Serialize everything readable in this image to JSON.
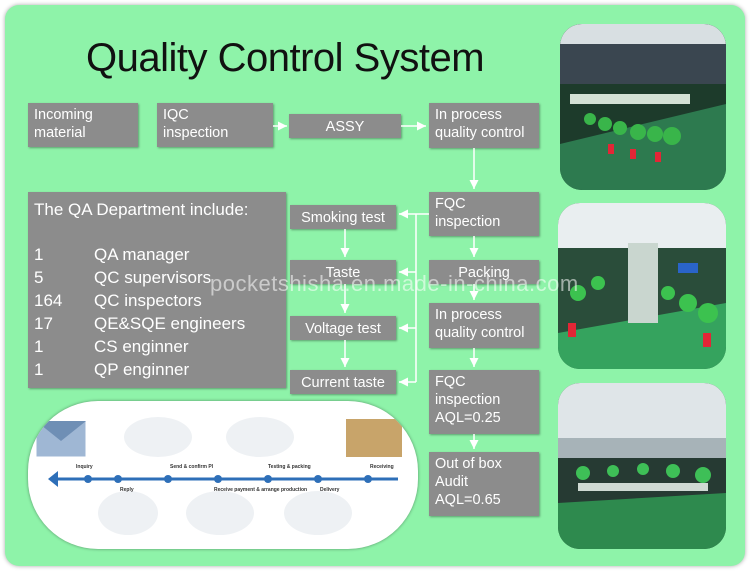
{
  "title": "Quality Control System",
  "flow_left": {
    "incoming": "Incoming\nmaterial",
    "iqc": "IQC\ninspection",
    "assy": "ASSY"
  },
  "qa_department": {
    "heading": "The QA Department include:",
    "rows": [
      {
        "count": "1",
        "role": "QA manager"
      },
      {
        "count": "5",
        "role": "QC supervisors"
      },
      {
        "count": "164",
        "role": "QC inspectors"
      },
      {
        "count": "17",
        "role": "QE&SQE engineers"
      },
      {
        "count": "1",
        "role": "CS enginner"
      },
      {
        "count": "1",
        "role": "QP enginner"
      }
    ]
  },
  "tests": [
    "Smoking test",
    "Taste",
    "Voltage test",
    "Current taste"
  ],
  "flow_right": {
    "ipqc1": "In process\nquality control",
    "fqc1": "FQC\ninspection",
    "packing": "Packing",
    "ipqc2": "In process\nquality control",
    "fqc2": "FQC\ninspection\nAQL=0.25",
    "oba": "Out of box\nAudit\nAQL=0.65"
  },
  "watermark": "pocketshisha.en.made-in-china.com",
  "process_steps": [
    "Inquiry",
    "Reply",
    "Send & confirm PI",
    "Receive payment & arrange production",
    "Testing & packing",
    "Delivery",
    "Receiving"
  ],
  "colors": {
    "background": "#8ef3a9",
    "box": "#8c8c8c",
    "timeline": "#2e6fb8"
  }
}
